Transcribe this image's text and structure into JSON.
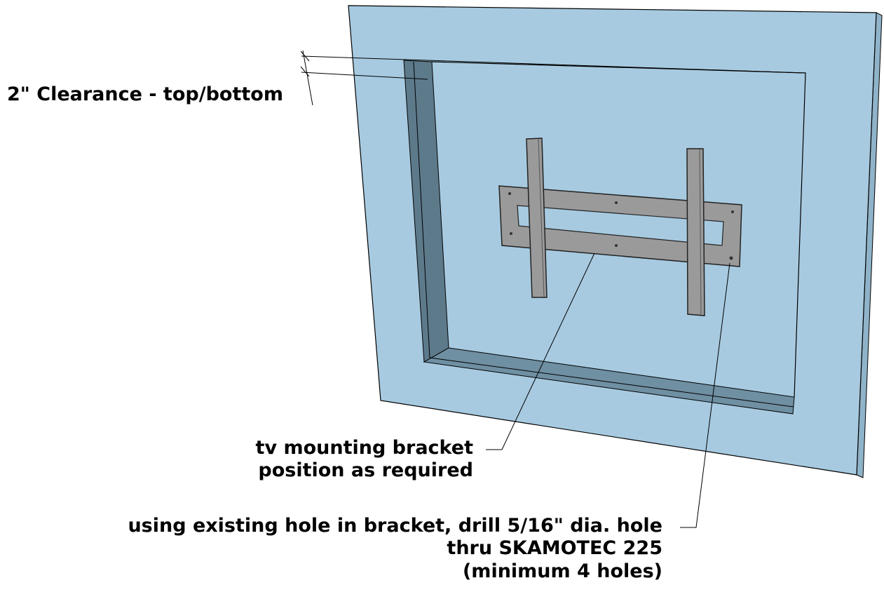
{
  "annotations": {
    "clearance": "2\" Clearance - top/bottom",
    "bracket_line1": "tv mounting bracket",
    "bracket_line2": "position as required",
    "drill_line1": "using existing hole in bracket, drill 5/16\" dia. hole",
    "drill_line2": "thru SKAMOTEC 225",
    "drill_line3": "(minimum 4 holes)"
  },
  "colors": {
    "panel_face": "#a7cae0",
    "panel_edge": "#8fb3c9",
    "recess_shadow": "#5d7a8b",
    "recess_side": "#6f8fa2",
    "bracket": "#9a9a9a",
    "bracket_edge": "#444444",
    "line": "#000000"
  }
}
